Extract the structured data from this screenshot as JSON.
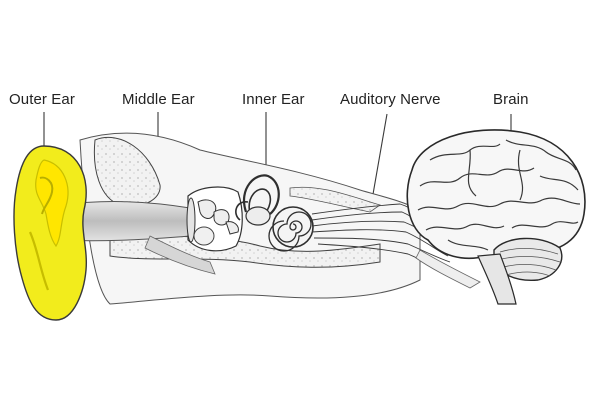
{
  "labels": {
    "outer_ear": "Outer Ear",
    "middle_ear": "Middle Ear",
    "inner_ear": "Inner Ear",
    "auditory_nerve": "Auditory Nerve",
    "brain": "Brain"
  },
  "colors": {
    "highlight": "#f2ec1c",
    "highlight_outline": "#d9cf00",
    "line": "#3a3a3a",
    "tissue": "#f3f3f3",
    "shadow": "#c8c8c8",
    "text": "#222222"
  }
}
